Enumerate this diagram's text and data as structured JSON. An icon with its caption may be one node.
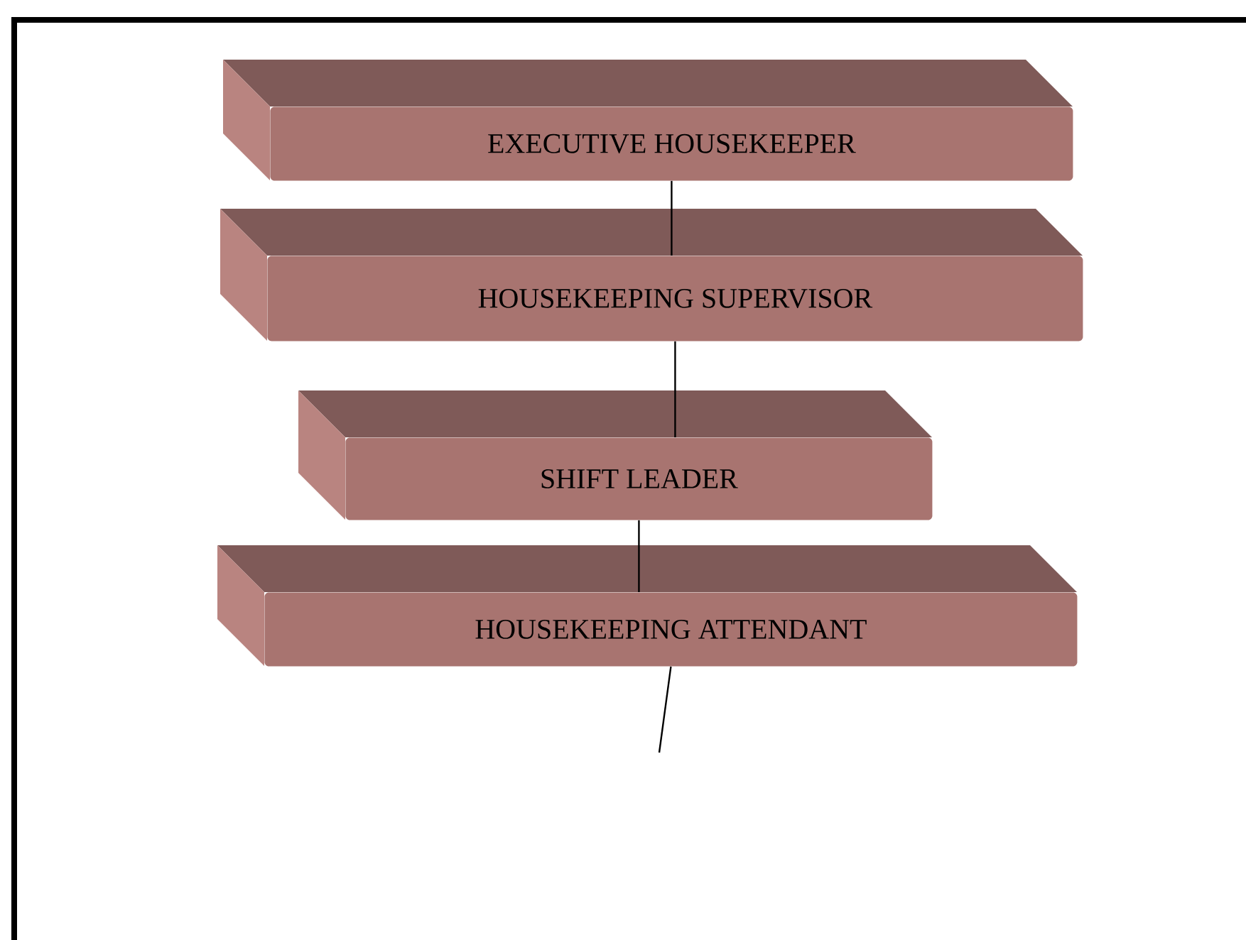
{
  "diagram": {
    "nodes": [
      {
        "text": [
          "EXECUTIVE HOUSEKEEPER"
        ]
      },
      {
        "text": [
          "HOUSEKEEPING SUPERVISOR"
        ]
      },
      {
        "text": [
          "SHIFT LEADER"
        ]
      },
      {
        "text": [
          "HOUSEKEEPING ATTENDANT"
        ]
      }
    ],
    "edges": [
      {
        "from": 0,
        "to": 1,
        "arrow": "none"
      },
      {
        "from": 1,
        "to": 2,
        "arrow": "none"
      },
      {
        "from": 2,
        "to": 3,
        "arrow": "none"
      },
      {
        "from": 3,
        "to": null,
        "arrow": "none"
      }
    ]
  }
}
